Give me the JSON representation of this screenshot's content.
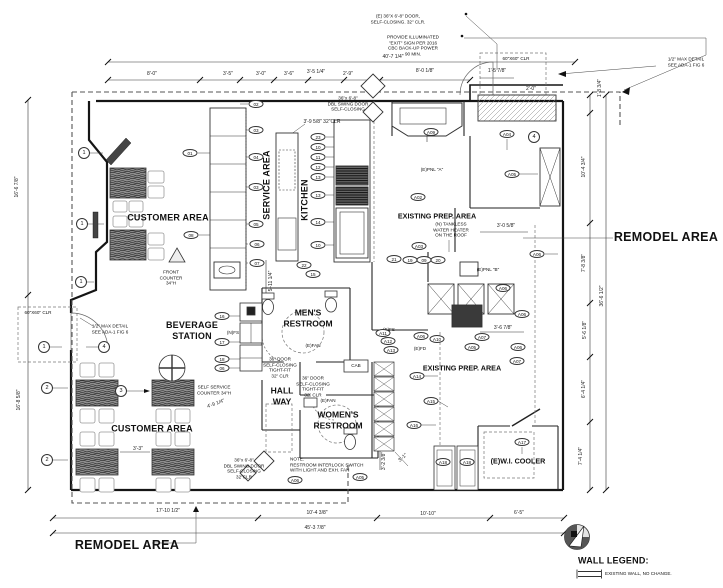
{
  "rooms": {
    "customer_top": "CUSTOMER AREA",
    "customer_bottom": "CUSTOMER AREA",
    "service": "SERVICE AREA",
    "kitchen": "KITCHEN",
    "prep_top": "EXISTING PREP. AREA",
    "prep_bottom": "EXISTING PREP. AREA",
    "mens": "MEN'S\nRESTROOM",
    "womens": "WOMEN'S\nRESTROOM",
    "hall": "HALL\nWAY",
    "beverage": "BEVERAGE\nSTATION",
    "cooler": "(E)W.I. COOLER"
  },
  "remodel": {
    "label": "REMODEL AREA"
  },
  "legend": {
    "title": "WALL LEGEND:",
    "existing_wall": "EXISTING WALL, NO CHANGE."
  },
  "notes": {
    "door_top": "(E) 36\"X 6'-8\" DOOR,\nSELF-CLOSING. 32\" CLR.",
    "exit_sign": "PROVIDE ILLUMINATED\n\"EXIT\" SIGN PER 2016\nCBC BACK-UP POWER\n90 MIN.",
    "clr_60_top": "60\"X60\" CLR",
    "clr_60_left": "60\"X60\" CLR",
    "ada_detail": "1/2\" MAX DETAIL\nSEE ADA-1 FIG 6",
    "front_counter": "FRONT\nCOUNTER\n34\"H",
    "self_service": "SELF SERVICE\nCOUNTER 34\"H",
    "dbl_swing_kitchen": "36\"x 6'-8\"\nDBL SWING DOOR\nSELF-CLOSING",
    "dbl_swing_bottom": "36\"x 6'-8\"\nDBL SWING DOOR\nSELF-CLOSING\n32\"CLR",
    "restroom_door": "36\" DOOR\nSELF-CLOSING\nTIGHT-FIT\n32\" CLR",
    "interlock": "NOTE:\nRESTROOM INTERLOCK SWITCH\nWITH LIGHT AND EXH. FAN",
    "tankless": "(N) TANKLESS\nWATER HEATER\nON THE ROOF",
    "pnl_a": "(E)PNL \"A\"",
    "pnl_b": "(E)PNL \"B\"",
    "e_fan": "(E)FAN",
    "n_fs": "(N)FS",
    "e_fs": "(E)FS",
    "e_fd": "(E)FD",
    "cab": "CAB"
  },
  "dims": {
    "top_overall": "40'-7 1/4\"",
    "top": [
      "8'-0\"",
      "3'-5\"",
      "3'-0\"",
      "3'-6\"",
      "3'-5 1/4\"",
      "2'-9\"",
      "8'-0 1/8\""
    ],
    "t_1_5": "1'-5 7/8\"",
    "t_2_0": "2'-0\"",
    "right": {
      "a": "1'-8 3/4\"",
      "b": "10'-4 3/4\"",
      "c": "7'-8 3/8\"",
      "d": "5'-6 1/8\"",
      "e": "6'-4 1/4\"",
      "f": "7'-4 1/4\"",
      "overall": "36'-6 1/2\""
    },
    "left": {
      "top": "16'-6 7/8\"",
      "bottom": "16'-8 5/8\""
    },
    "bottom": [
      "17'-10 1/2\"",
      "10'-4 3/8\"",
      "10'-10\"",
      "6'-5\""
    ],
    "bottom_overall": "45'-3 7/8\"",
    "misc": {
      "tables": "3'-3\"",
      "self_serve": "4'-9 1/4\"",
      "counter": "5'-11 1/4\"",
      "kitchen_door": "3'-9 5/8\" 32\"CLR",
      "prep_a": "3'-0 5/8\"",
      "prep_b": "3'-6 7/8\"",
      "womens_a": "3'-2 3/8\"",
      "womens_b": "3'-1\""
    }
  },
  "keys": {
    "n01": "01",
    "n02": "02",
    "n03": "03",
    "n04": "04",
    "n05": "05",
    "n06": "06",
    "n07": "07",
    "n08": "08",
    "n09": "09",
    "n10": "10",
    "n11": "11",
    "n12": "12",
    "n13": "13",
    "n14": "14",
    "n15": "15",
    "n16": "16",
    "n17": "17",
    "n18": "18",
    "n19": "19",
    "n20": "20",
    "n21": "21",
    "n22": "22",
    "n23": "23",
    "t1": "1",
    "t2": "2",
    "t3": "3",
    "t4": "4",
    "a02": "A02",
    "a03": "A03",
    "a04": "A04",
    "a05": "A05",
    "a06": "A06",
    "a07": "A07",
    "a09": "A09",
    "a10": "A10",
    "a11": "A11",
    "a12": "A12",
    "a13": "A13",
    "a14": "A14",
    "a15": "A15",
    "a16": "A16",
    "a17": "A17",
    "a18": "A18"
  }
}
